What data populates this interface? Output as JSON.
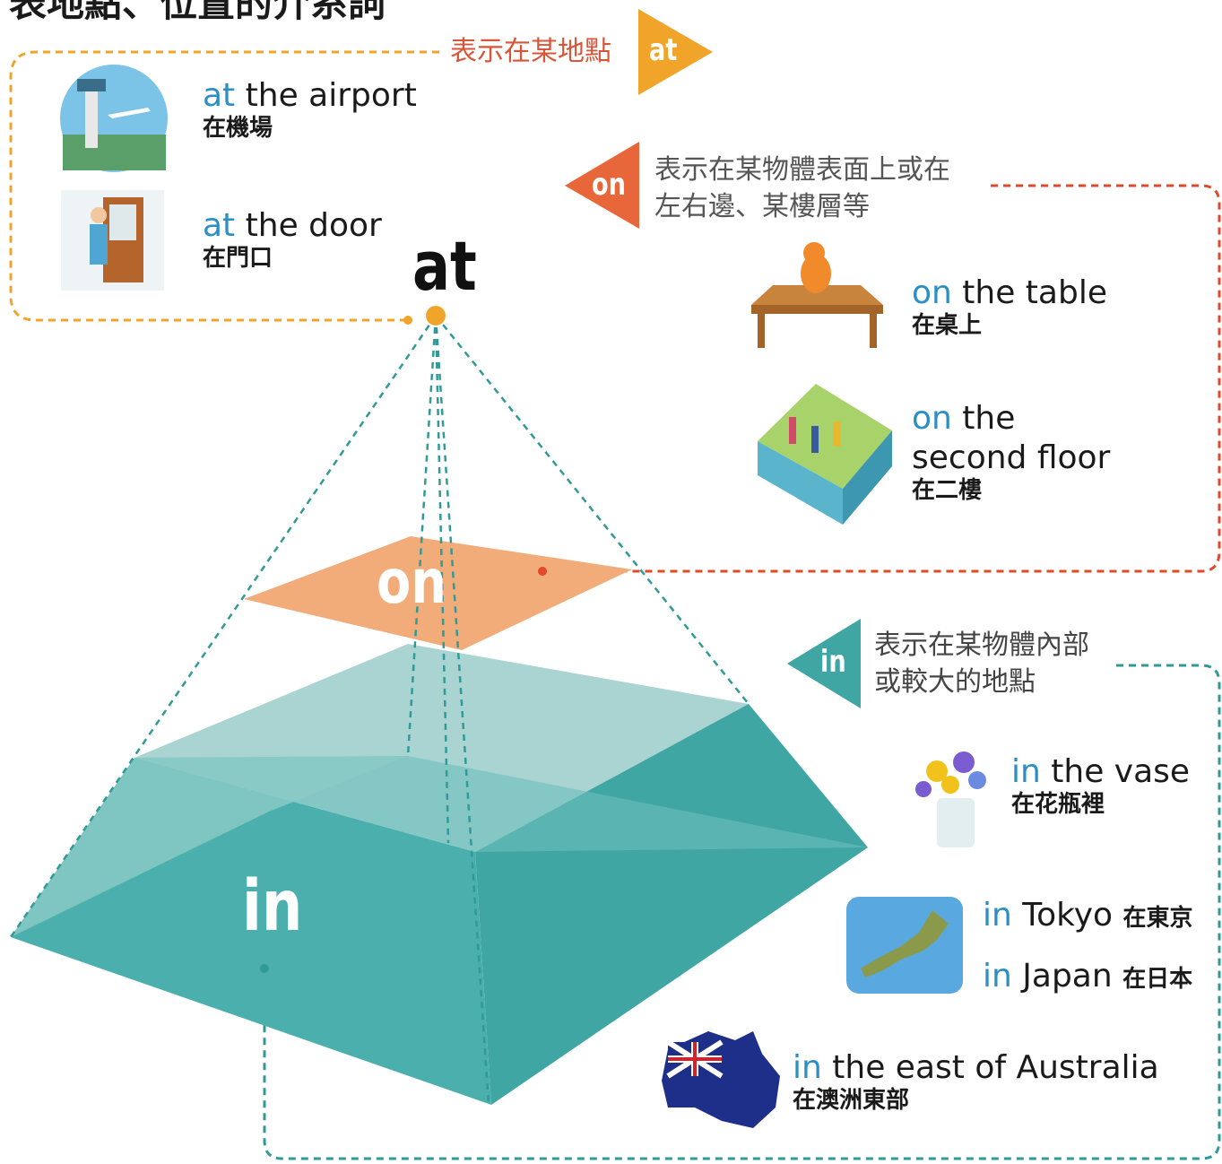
{
  "title": "表地點、位置的介系詞",
  "at_section": {
    "tag": "at",
    "description": "表示在某地點",
    "examples": [
      {
        "keyword": "at",
        "rest": " the airport",
        "zh": "在機場",
        "icon": "airport-icon"
      },
      {
        "keyword": "at",
        "rest": " the door",
        "zh": "在門口",
        "icon": "door-icon"
      }
    ],
    "color": "#f0a52a"
  },
  "on_section": {
    "tag": "on",
    "description_line1": "表示在某物體表面上或在",
    "description_line2": "左右邊、某樓層等",
    "examples": [
      {
        "keyword": "on",
        "rest": " the table",
        "zh": "在桌上",
        "icon": "table-icon"
      },
      {
        "keyword": "on",
        "rest": " the",
        "rest2": "second floor",
        "zh": "在二樓",
        "icon": "building-icon"
      }
    ],
    "color": "#e8673a"
  },
  "in_section": {
    "tag": "in",
    "description_line1": "表示在某物體內部",
    "description_line2": "或較大的地點",
    "examples": [
      {
        "keyword": "in",
        "rest": " the vase",
        "zh": "在花瓶裡",
        "icon": "vase-icon"
      },
      {
        "keyword": "in",
        "rest": " Tokyo ",
        "zh": "在東京",
        "icon": "japan-map-icon"
      },
      {
        "keyword": "in",
        "rest": " Japan ",
        "zh": "在日本"
      },
      {
        "keyword": "in",
        "rest": " the east of Australia",
        "zh": "在澳洲東部",
        "icon": "australia-icon"
      }
    ],
    "color": "#3fa6a3"
  },
  "pyramid": {
    "apex_label": "at",
    "middle_label": "on",
    "base_label": "in"
  }
}
